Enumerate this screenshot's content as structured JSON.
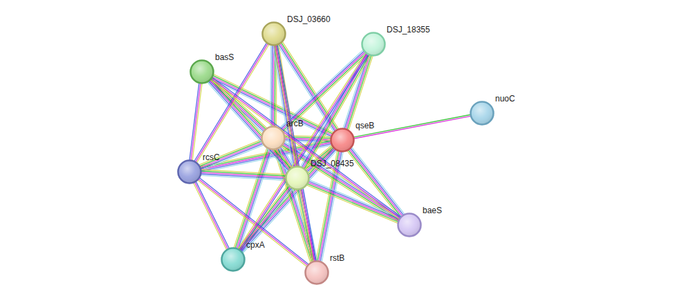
{
  "diagram": {
    "nodes": [
      {
        "text": [
          "DSJ_03660"
        ]
      },
      {
        "text": [
          "DSJ_18355"
        ]
      },
      {
        "text": [
          "basS"
        ]
      },
      {
        "text": [
          "nuoC"
        ]
      },
      {
        "text": [
          "arcB"
        ]
      },
      {
        "text": [
          "qseB"
        ]
      },
      {
        "text": [
          "rcsC"
        ]
      },
      {
        "text": [
          "DSJ_08435"
        ]
      },
      {
        "text": [
          "baeS"
        ]
      },
      {
        "text": [
          "cpxA"
        ]
      },
      {
        "text": [
          "rstB"
        ]
      }
    ],
    "edges": [
      {
        "from": 5,
        "to": 0,
        "arrow": "none"
      },
      {
        "from": 5,
        "to": 1,
        "arrow": "none"
      },
      {
        "from": 5,
        "to": 2,
        "arrow": "none"
      },
      {
        "from": 5,
        "to": 3,
        "arrow": "none"
      },
      {
        "from": 5,
        "to": 4,
        "arrow": "none"
      },
      {
        "from": 5,
        "to": 6,
        "arrow": "none"
      },
      {
        "from": 5,
        "to": 7,
        "arrow": "none"
      },
      {
        "from": 5,
        "to": 8,
        "arrow": "none"
      },
      {
        "from": 5,
        "to": 9,
        "arrow": "none"
      },
      {
        "from": 5,
        "to": 10,
        "arrow": "none"
      },
      {
        "from": 4,
        "to": 0,
        "arrow": "none"
      },
      {
        "from": 4,
        "to": 1,
        "arrow": "none"
      },
      {
        "from": 4,
        "to": 2,
        "arrow": "none"
      },
      {
        "from": 4,
        "to": 6,
        "arrow": "none"
      },
      {
        "from": 4,
        "to": 7,
        "arrow": "none"
      },
      {
        "from": 4,
        "to": 8,
        "arrow": "none"
      },
      {
        "from": 4,
        "to": 9,
        "arrow": "none"
      },
      {
        "from": 4,
        "to": 10,
        "arrow": "none"
      },
      {
        "from": 7,
        "to": 0,
        "arrow": "none"
      },
      {
        "from": 7,
        "to": 1,
        "arrow": "none"
      },
      {
        "from": 7,
        "to": 2,
        "arrow": "none"
      },
      {
        "from": 7,
        "to": 6,
        "arrow": "none"
      },
      {
        "from": 7,
        "to": 8,
        "arrow": "none"
      },
      {
        "from": 7,
        "to": 9,
        "arrow": "none"
      },
      {
        "from": 7,
        "to": 10,
        "arrow": "none"
      },
      {
        "from": 6,
        "to": 2,
        "arrow": "none"
      },
      {
        "from": 6,
        "to": 0,
        "arrow": "none"
      },
      {
        "from": 6,
        "to": 9,
        "arrow": "none"
      },
      {
        "from": 6,
        "to": 10,
        "arrow": "none"
      },
      {
        "from": 1,
        "to": 9,
        "arrow": "none"
      },
      {
        "from": 0,
        "to": 10,
        "arrow": "none"
      },
      {
        "from": 2,
        "to": 8,
        "arrow": "none"
      }
    ]
  }
}
